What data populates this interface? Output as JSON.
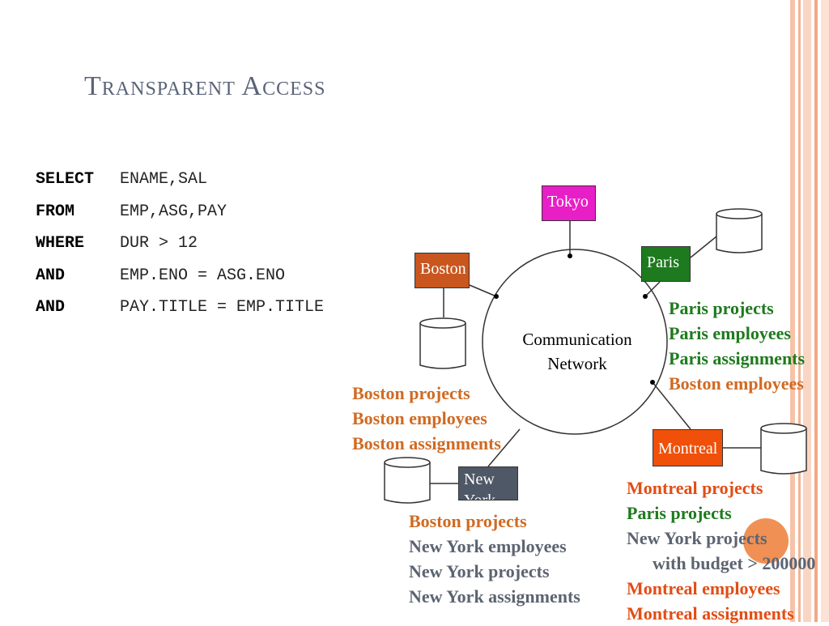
{
  "title": "Transparent Access",
  "sql": [
    {
      "keyword": "SELECT",
      "clause": "ENAME,SAL"
    },
    {
      "keyword": "FROM",
      "clause": "EMP,ASG,PAY"
    },
    {
      "keyword": "WHERE",
      "clause": "DUR > 12"
    },
    {
      "keyword": "AND",
      "clause": "EMP.ENO = ASG.ENO"
    },
    {
      "keyword": "AND",
      "clause": "PAY.TITLE = EMP.TITLE"
    }
  ],
  "network_label_line1": "Communication",
  "network_label_line2": "Network",
  "sites": {
    "tokyo": {
      "label": "Tokyo",
      "color": "#e81ec7"
    },
    "boston": {
      "label": "Boston",
      "color": "#c8561e"
    },
    "paris": {
      "label": "Paris",
      "color": "#1e7a1e"
    },
    "montreal": {
      "label": "Montreal",
      "color": "#f0500a"
    },
    "new_york": {
      "label": "New York",
      "color": "#4f5866"
    }
  },
  "paris_data": [
    "Paris projects",
    "Paris employees",
    "Paris assignments",
    "Boston employees"
  ],
  "boston_data": [
    "Boston projects",
    "Boston employees",
    "Boston assignments"
  ],
  "new_york_data": [
    "Boston projects",
    "New York employees",
    "New York projects",
    "New York assignments"
  ],
  "montreal_data": [
    "Montreal projects",
    "Paris projects",
    "New York projects",
    "with budget > 200000",
    "Montreal employees",
    "Montreal assignments"
  ],
  "colors": {
    "orange": "#d06a22",
    "green": "#1e7a1e",
    "slate": "#5c6371",
    "red": "#e24d14",
    "title": "#5a6378"
  }
}
